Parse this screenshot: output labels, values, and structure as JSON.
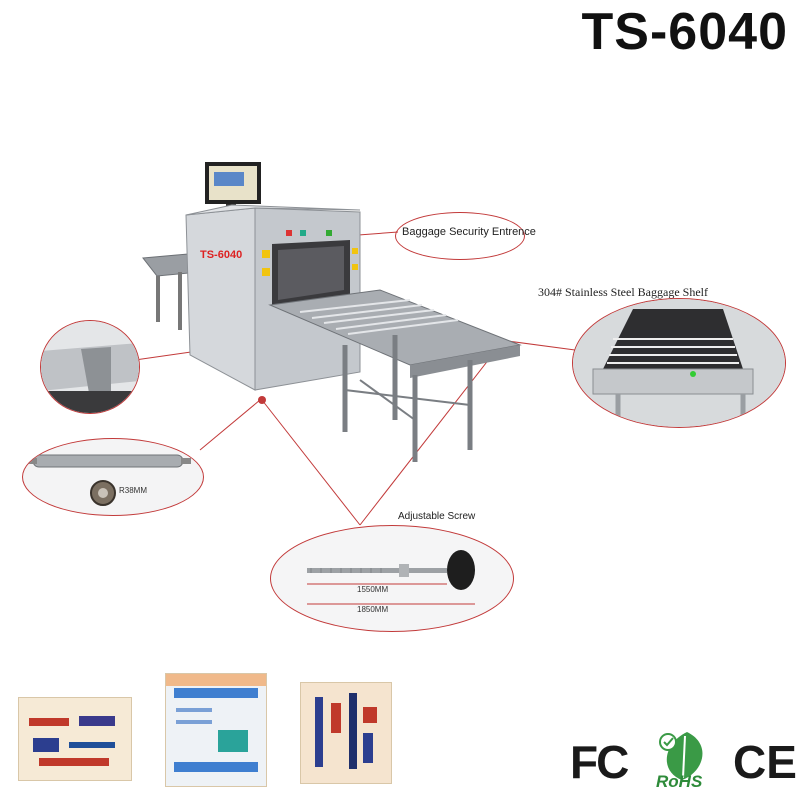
{
  "header": {
    "model": "TS-6040"
  },
  "machine": {
    "panel_label": "TS-6040"
  },
  "callouts": {
    "entrance": "Baggage Security Entrence",
    "shelf": "304# Stainless Steel Baggage Shelf",
    "screw": "Adjustable Screw",
    "roller_dim": "R38MM",
    "screw_dim_short": "1550MM",
    "screw_dim_long": "1850MM"
  },
  "certifications": {
    "fc": "FC",
    "rohs": "RoHS",
    "ce": "CE"
  },
  "colors": {
    "callout_line": "#c23a3a",
    "machine_body": "#c9ccd1",
    "steel": "#b9bcc0",
    "rohs_green": "#2e8b3a"
  }
}
